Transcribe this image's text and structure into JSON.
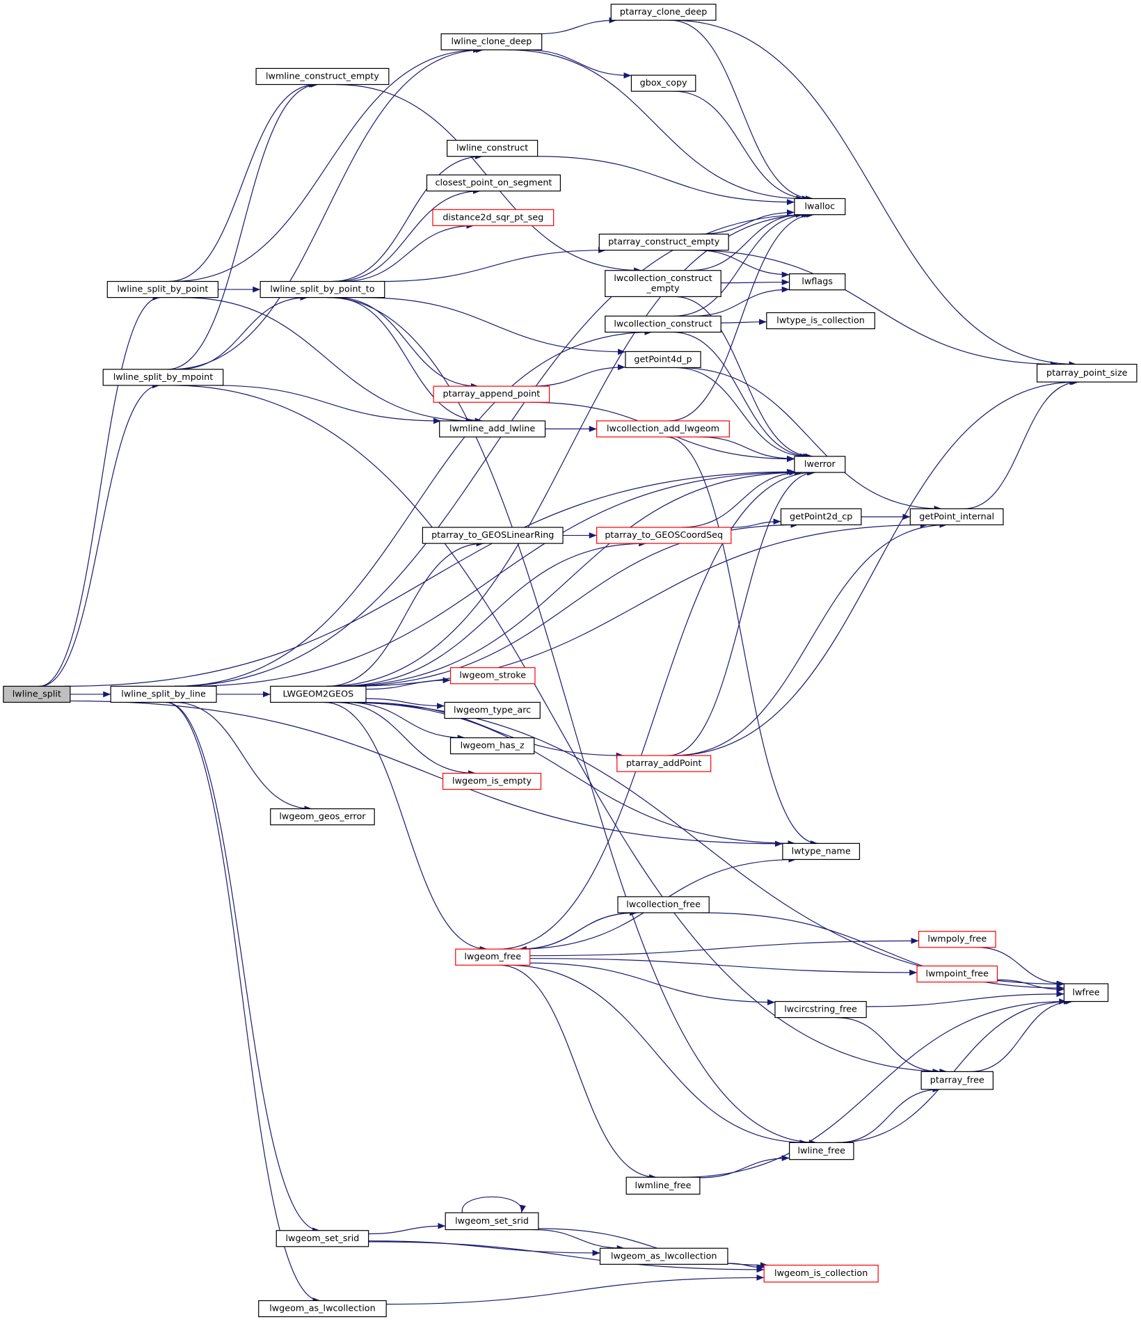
{
  "nodes": [
    {
      "id": "lwline_split",
      "label": "lwline_split",
      "style": "root"
    },
    {
      "id": "lwline_split_by_line",
      "label": "lwline_split_by_line"
    },
    {
      "id": "LWGEOM2GEOS",
      "label": "LWGEOM2GEOS"
    },
    {
      "id": "lwline_split_by_point",
      "label": "lwline_split_by_point"
    },
    {
      "id": "lwline_split_by_mpoint",
      "label": "lwline_split_by_mpoint"
    },
    {
      "id": "lwline_split_by_point_to",
      "label": "lwline_split_by_point_to"
    },
    {
      "id": "lwmline_construct_empty",
      "label": "lwmline_construct_empty"
    },
    {
      "id": "lwline_clone_deep",
      "label": "lwline_clone_deep"
    },
    {
      "id": "ptarray_clone_deep",
      "label": "ptarray_clone_deep"
    },
    {
      "id": "gbox_copy",
      "label": "gbox_copy"
    },
    {
      "id": "lwalloc",
      "label": "lwalloc"
    },
    {
      "id": "lwline_construct",
      "label": "lwline_construct"
    },
    {
      "id": "closest_point_on_segment",
      "label": "closest_point_on_segment"
    },
    {
      "id": "distance2d_sqr_pt_seg",
      "label": "distance2d_sqr_pt_seg",
      "style": "red"
    },
    {
      "id": "ptarray_construct_empty",
      "label": "ptarray_construct_empty"
    },
    {
      "id": "lwcollection_construct_empty",
      "label": "lwcollection_construct\n_empty"
    },
    {
      "id": "lwflags",
      "label": "lwflags"
    },
    {
      "id": "lwcollection_construct",
      "label": "lwcollection_construct"
    },
    {
      "id": "lwtype_is_collection",
      "label": "lwtype_is_collection"
    },
    {
      "id": "ptarray_point_size",
      "label": "ptarray_point_size"
    },
    {
      "id": "getPoint4d_p",
      "label": "getPoint4d_p"
    },
    {
      "id": "ptarray_append_point",
      "label": "ptarray_append_point",
      "style": "red"
    },
    {
      "id": "lwmline_add_lwline",
      "label": "lwmline_add_lwline"
    },
    {
      "id": "lwcollection_add_lwgeom",
      "label": "lwcollection_add_lwgeom",
      "style": "red"
    },
    {
      "id": "lwerror",
      "label": "lwerror"
    },
    {
      "id": "getPoint2d_cp",
      "label": "getPoint2d_cp"
    },
    {
      "id": "getPoint_internal",
      "label": "getPoint_internal"
    },
    {
      "id": "ptarray_to_GEOSLinearRing",
      "label": "ptarray_to_GEOSLinearRing"
    },
    {
      "id": "ptarray_to_GEOSCoordSeq",
      "label": "ptarray_to_GEOSCoordSeq",
      "style": "red"
    },
    {
      "id": "lwgeom_stroke",
      "label": "lwgeom_stroke",
      "style": "red"
    },
    {
      "id": "lwgeom_type_arc",
      "label": "lwgeom_type_arc"
    },
    {
      "id": "lwgeom_has_z",
      "label": "lwgeom_has_z"
    },
    {
      "id": "lwgeom_is_empty",
      "label": "lwgeom_is_empty",
      "style": "red"
    },
    {
      "id": "ptarray_addPoint",
      "label": "ptarray_addPoint",
      "style": "red"
    },
    {
      "id": "lwgeom_geos_error",
      "label": "lwgeom_geos_error"
    },
    {
      "id": "lwtype_name",
      "label": "lwtype_name"
    },
    {
      "id": "lwcollection_free",
      "label": "lwcollection_free"
    },
    {
      "id": "lwmpoly_free",
      "label": "lwmpoly_free",
      "style": "red"
    },
    {
      "id": "lwgeom_free",
      "label": "lwgeom_free",
      "style": "red"
    },
    {
      "id": "lwmpoint_free",
      "label": "lwmpoint_free",
      "style": "red"
    },
    {
      "id": "lwfree",
      "label": "lwfree"
    },
    {
      "id": "lwcircstring_free",
      "label": "lwcircstring_free"
    },
    {
      "id": "ptarray_free",
      "label": "ptarray_free"
    },
    {
      "id": "lwline_free",
      "label": "lwline_free"
    },
    {
      "id": "lwmline_free",
      "label": "lwmline_free"
    },
    {
      "id": "lwgeom_set_srid_r",
      "label": "lwgeom_set_srid"
    },
    {
      "id": "lwgeom_set_srid_l",
      "label": "lwgeom_set_srid"
    },
    {
      "id": "lwgeom_as_lwcollection_r",
      "label": "lwgeom_as_lwcollection"
    },
    {
      "id": "lwgeom_is_collection",
      "label": "lwgeom_is_collection",
      "style": "red"
    },
    {
      "id": "lwgeom_as_lwcollection_l",
      "label": "lwgeom_as_lwcollection"
    }
  ],
  "edges": [
    [
      "lwline_split",
      "lwline_split_by_point"
    ],
    [
      "lwline_split",
      "lwline_split_by_mpoint"
    ],
    [
      "lwline_split",
      "lwline_split_by_line"
    ],
    [
      "lwline_split",
      "lwerror"
    ],
    [
      "lwline_split",
      "lwtype_name"
    ],
    [
      "lwline_split_by_point",
      "lwline_clone_deep"
    ],
    [
      "lwline_split_by_point",
      "lwmline_construct_empty"
    ],
    [
      "lwline_split_by_point",
      "lwline_split_by_point_to"
    ],
    [
      "lwline_split_by_point",
      "lwmline_add_lwline"
    ],
    [
      "lwline_split_by_mpoint",
      "lwmline_construct_empty"
    ],
    [
      "lwline_split_by_mpoint",
      "lwline_clone_deep"
    ],
    [
      "lwline_split_by_mpoint",
      "lwline_split_by_point_to"
    ],
    [
      "lwline_split_by_mpoint",
      "lwmline_add_lwline"
    ],
    [
      "lwline_split_by_mpoint",
      "ptarray_free"
    ],
    [
      "lwline_split_by_line",
      "LWGEOM2GEOS"
    ],
    [
      "lwline_split_by_line",
      "lwalloc"
    ],
    [
      "lwline_split_by_line",
      "lwcollection_construct"
    ],
    [
      "lwline_split_by_line",
      "lwerror"
    ],
    [
      "lwline_split_by_line",
      "lwgeom_geos_error"
    ],
    [
      "lwline_split_by_line",
      "lwgeom_set_srid_l"
    ],
    [
      "lwline_split_by_line",
      "lwgeom_as_lwcollection_l"
    ],
    [
      "lwline_split_by_point_to",
      "lwline_construct"
    ],
    [
      "lwline_split_by_point_to",
      "closest_point_on_segment"
    ],
    [
      "lwline_split_by_point_to",
      "distance2d_sqr_pt_seg"
    ],
    [
      "lwline_split_by_point_to",
      "ptarray_construct_empty"
    ],
    [
      "lwline_split_by_point_to",
      "getPoint4d_p"
    ],
    [
      "lwline_split_by_point_to",
      "ptarray_append_point"
    ],
    [
      "lwline_split_by_point_to",
      "lwmline_add_lwline"
    ],
    [
      "lwline_split_by_point_to",
      "lwline_free"
    ],
    [
      "lwmline_construct_empty",
      "lwcollection_construct_empty"
    ],
    [
      "lwline_clone_deep",
      "ptarray_clone_deep"
    ],
    [
      "lwline_clone_deep",
      "gbox_copy"
    ],
    [
      "lwline_clone_deep",
      "lwalloc"
    ],
    [
      "ptarray_clone_deep",
      "lwalloc"
    ],
    [
      "ptarray_clone_deep",
      "ptarray_point_size"
    ],
    [
      "gbox_copy",
      "lwalloc"
    ],
    [
      "lwline_construct",
      "lwalloc"
    ],
    [
      "ptarray_construct_empty",
      "lwalloc"
    ],
    [
      "ptarray_construct_empty",
      "lwflags"
    ],
    [
      "ptarray_construct_empty",
      "ptarray_point_size"
    ],
    [
      "lwcollection_construct_empty",
      "lwalloc"
    ],
    [
      "lwcollection_construct_empty",
      "lwflags"
    ],
    [
      "lwcollection_construct_empty",
      "lwerror"
    ],
    [
      "lwcollection_construct",
      "lwalloc"
    ],
    [
      "lwcollection_construct",
      "lwflags"
    ],
    [
      "lwcollection_construct",
      "lwtype_is_collection"
    ],
    [
      "lwcollection_construct",
      "lwerror"
    ],
    [
      "getPoint4d_p",
      "lwerror"
    ],
    [
      "getPoint4d_p",
      "getPoint_internal"
    ],
    [
      "ptarray_append_point",
      "getPoint4d_p"
    ],
    [
      "ptarray_append_point",
      "lwerror"
    ],
    [
      "lwmline_add_lwline",
      "lwcollection_add_lwgeom"
    ],
    [
      "lwcollection_add_lwgeom",
      "lwalloc"
    ],
    [
      "lwcollection_add_lwgeom",
      "lwerror"
    ],
    [
      "lwcollection_add_lwgeom",
      "lwtype_name"
    ],
    [
      "getPoint2d_cp",
      "getPoint_internal"
    ],
    [
      "getPoint_internal",
      "ptarray_point_size"
    ],
    [
      "ptarray_to_GEOSLinearRing",
      "ptarray_to_GEOSCoordSeq"
    ],
    [
      "ptarray_to_GEOSCoordSeq",
      "getPoint2d_cp"
    ],
    [
      "ptarray_to_GEOSCoordSeq",
      "lwerror"
    ],
    [
      "LWGEOM2GEOS",
      "lwalloc"
    ],
    [
      "LWGEOM2GEOS",
      "ptarray_to_GEOSLinearRing"
    ],
    [
      "LWGEOM2GEOS",
      "ptarray_to_GEOSCoordSeq"
    ],
    [
      "LWGEOM2GEOS",
      "lwerror"
    ],
    [
      "LWGEOM2GEOS",
      "getPoint2d_cp"
    ],
    [
      "LWGEOM2GEOS",
      "getPoint_internal"
    ],
    [
      "LWGEOM2GEOS",
      "lwgeom_stroke"
    ],
    [
      "LWGEOM2GEOS",
      "lwgeom_type_arc"
    ],
    [
      "LWGEOM2GEOS",
      "lwgeom_has_z"
    ],
    [
      "LWGEOM2GEOS",
      "lwgeom_is_empty"
    ],
    [
      "LWGEOM2GEOS",
      "ptarray_addPoint"
    ],
    [
      "LWGEOM2GEOS",
      "lwfree"
    ],
    [
      "LWGEOM2GEOS",
      "lwtype_name"
    ],
    [
      "LWGEOM2GEOS",
      "lwgeom_free"
    ],
    [
      "ptarray_addPoint",
      "lwerror"
    ],
    [
      "ptarray_addPoint",
      "getPoint_internal"
    ],
    [
      "ptarray_addPoint",
      "ptarray_point_size"
    ],
    [
      "lwgeom_free",
      "lwerror"
    ],
    [
      "lwgeom_free",
      "lwtype_name"
    ],
    [
      "lwgeom_free",
      "lwcollection_free"
    ],
    [
      "lwgeom_free",
      "lwmpoly_free"
    ],
    [
      "lwgeom_free",
      "lwmpoint_free"
    ],
    [
      "lwgeom_free",
      "lwcircstring_free"
    ],
    [
      "lwgeom_free",
      "lwline_free"
    ],
    [
      "lwgeom_free",
      "lwmline_free"
    ],
    [
      "lwcollection_free",
      "lwgeom_free"
    ],
    [
      "lwcollection_free",
      "lwfree"
    ],
    [
      "lwmpoly_free",
      "lwfree"
    ],
    [
      "lwmpoint_free",
      "lwfree"
    ],
    [
      "lwcircstring_free",
      "lwfree"
    ],
    [
      "lwcircstring_free",
      "ptarray_free"
    ],
    [
      "ptarray_free",
      "lwfree"
    ],
    [
      "lwline_free",
      "ptarray_free"
    ],
    [
      "lwline_free",
      "lwfree"
    ],
    [
      "lwmline_free",
      "lwline_free"
    ],
    [
      "lwmline_free",
      "lwfree"
    ],
    [
      "lwgeom_set_srid_r",
      "lwgeom_set_srid_r"
    ],
    [
      "lwgeom_set_srid_r",
      "lwgeom_as_lwcollection_r"
    ],
    [
      "lwgeom_set_srid_r",
      "lwgeom_is_collection"
    ],
    [
      "lwgeom_set_srid_l",
      "lwgeom_set_srid_r"
    ],
    [
      "lwgeom_set_srid_l",
      "lwgeom_as_lwcollection_r"
    ],
    [
      "lwgeom_set_srid_l",
      "lwgeom_is_collection"
    ],
    [
      "lwgeom_as_lwcollection_r",
      "lwgeom_is_collection"
    ],
    [
      "lwgeom_as_lwcollection_l",
      "lwgeom_is_collection"
    ]
  ],
  "colors": {
    "edge": "#191970",
    "node_border": "#000000",
    "node_border_red": "#ff0000",
    "root_fill": "#bfbfbf"
  }
}
